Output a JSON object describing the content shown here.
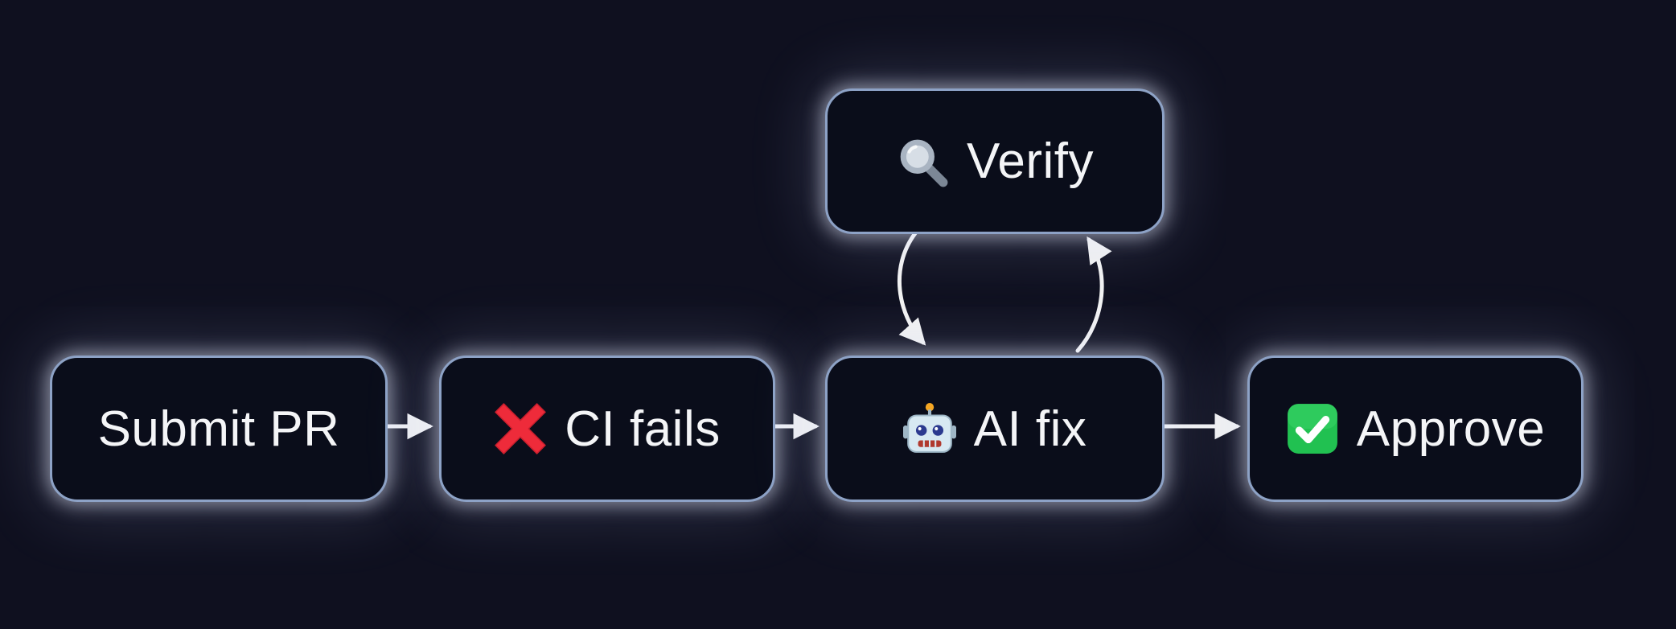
{
  "diagram": {
    "background_color": "#0f101f",
    "node_fill_color": "#0a0d1a",
    "node_border_color": "#8da2c6",
    "node_glow_color": "#ebf0ff",
    "arrow_color": "#f2f2f2",
    "text_color": "#f4f5f7",
    "nodes": {
      "verify": {
        "label": "Verify",
        "icon": "magnifying-glass-icon"
      },
      "submit": {
        "label": "Submit PR",
        "icon": null
      },
      "ci": {
        "label": "CI fails",
        "icon": "red-cross-icon"
      },
      "ai": {
        "label": "AI fix",
        "icon": "robot-icon"
      },
      "approve": {
        "label": "Approve",
        "icon": "green-check-icon"
      }
    },
    "edges": [
      {
        "from": "submit",
        "to": "ci"
      },
      {
        "from": "ci",
        "to": "ai"
      },
      {
        "from": "ai",
        "to": "approve"
      },
      {
        "from": "verify",
        "to": "ai"
      },
      {
        "from": "ai",
        "to": "verify"
      }
    ]
  }
}
